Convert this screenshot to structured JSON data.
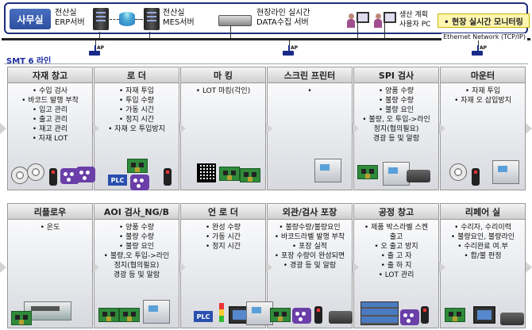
{
  "office": {
    "label": "사무실",
    "erp_server": "전산실\nERP서버",
    "mes_server": "전산실\nMES서버",
    "data_server": "현장라인 실시간\nDATA수집 서버",
    "planning_pc": "생산 계획\n사용자 PC",
    "monitor_label": "• 현장 실시간 모니터링"
  },
  "network": {
    "label": "Ethernet Network (TCP/IP)",
    "ap_label": "AP"
  },
  "line_label": "SMT 6 라인",
  "stations_row1": [
    {
      "title": "자재 창고",
      "bullets": true,
      "items": [
        "수입 검사",
        "바코드 발행 부착",
        "입고 관리",
        "출고 관리",
        "재고 관리",
        "자재 LOT"
      ]
    },
    {
      "title": "로 더",
      "bullets": true,
      "items": [
        "자재 투입",
        "투입 수량",
        "가동 시간",
        "정지 시간",
        "자재 오 투입방지"
      ]
    },
    {
      "title": "마 킹",
      "bullets": true,
      "items": [
        "LOT 마킹(각인)"
      ]
    },
    {
      "title": "스크린 프린터",
      "bullets": true,
      "items": [
        ""
      ]
    },
    {
      "title": "SPI 검사",
      "bullets": false,
      "items": [
        "• 양품 수량",
        "• 불량 수량",
        "• 불량 요인",
        "• 불량, 오 투입->라인",
        "정지(협의필요)",
        "경광 등 및 알람"
      ]
    },
    {
      "title": "마운터",
      "bullets": true,
      "items": [
        "자재 투입",
        "자재 오 삽입방지"
      ]
    }
  ],
  "stations_row2": [
    {
      "title": "리플로우",
      "bullets": true,
      "items": [
        "온도"
      ]
    },
    {
      "title": "AOI 검사_NG/B",
      "bullets": false,
      "items": [
        "• 양품 수량",
        "• 불량 수량",
        "• 불량 요인",
        "• 불량,오 투입->라인",
        "정지(협의필요)",
        "경광 등 및 알람"
      ]
    },
    {
      "title": "언 로 더",
      "bullets": true,
      "items": [
        "완성 수량",
        "가동 시간",
        "정지 시간"
      ]
    },
    {
      "title": "외관/검사 포장",
      "bullets": true,
      "items": [
        "불량수량/불량요인",
        "바코드라벨 발행 부착",
        "포장 실적",
        "포장 수량이 완성되면",
        "경광 등 및 알람"
      ]
    },
    {
      "title": "공정 창고",
      "bullets": false,
      "items": [
        "• 제품 박스라벨 스켄",
        "출고",
        "• 오 출고 방지",
        "• 출 고 자",
        "• 출 하 지",
        "• LOT 관리"
      ]
    },
    {
      "title": "리페어 실",
      "bullets": false,
      "items": [
        "• 수리자, 수리이력",
        "• 불량요인, 불량라인",
        "• 수리완료 여.부",
        "• 합/불 판정"
      ]
    }
  ],
  "pictograms": {
    "plc_label": "PLC"
  }
}
